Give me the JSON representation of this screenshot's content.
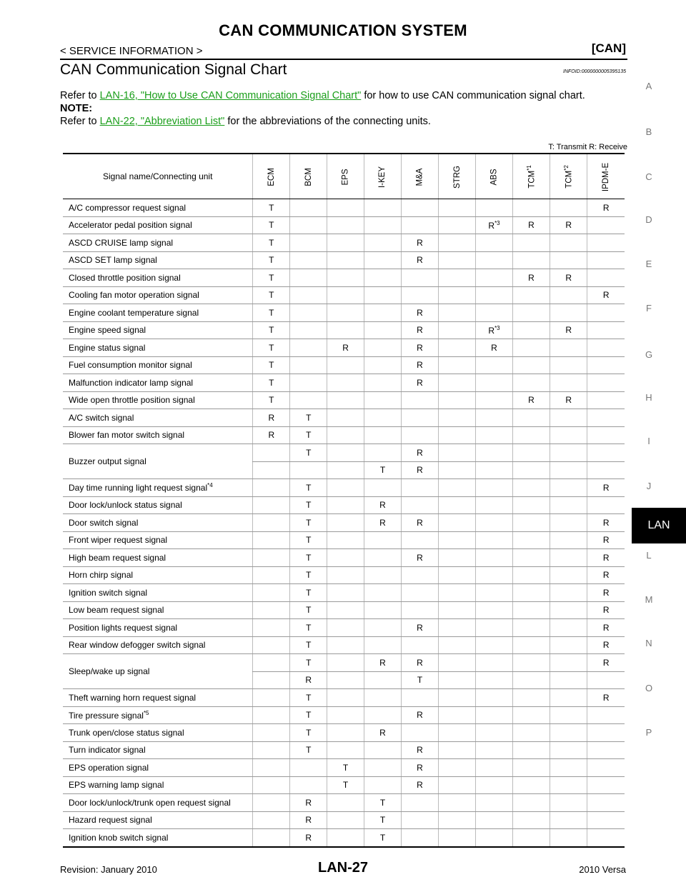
{
  "header": {
    "title": "CAN COMMUNICATION SYSTEM",
    "section": "< SERVICE INFORMATION >",
    "tag": "[CAN]"
  },
  "heading": {
    "text": "CAN Communication Signal Chart",
    "infoid": "INFOID:0000000005395135"
  },
  "intro": {
    "refer1_pre": "Refer to ",
    "refer1_link": "LAN-16, \"How to Use CAN Communication Signal Chart\"",
    "refer1_post": " for how to use CAN communication signal chart.",
    "note_label": "NOTE:",
    "refer2_pre": "Refer to ",
    "refer2_link": "LAN-22, \"Abbreviation List\"",
    "refer2_post": " for the abbreviations of the connecting units."
  },
  "legend": "T: Transmit   R: Receive",
  "table": {
    "header_first": "Signal name/Connecting unit",
    "columns": [
      "ECM",
      "BCM",
      "EPS",
      "I-KEY",
      "M&A",
      "STRG",
      "ABS",
      "TCM*1",
      "TCM*2",
      "IPDM-E"
    ],
    "rows": [
      {
        "name": "A/C compressor request signal",
        "cells": [
          "T",
          "",
          "",
          "",
          "",
          "",
          "",
          "",
          "",
          "R"
        ]
      },
      {
        "name": "Accelerator pedal position signal",
        "cells": [
          "T",
          "",
          "",
          "",
          "",
          "",
          "R*3",
          "R",
          "R",
          ""
        ]
      },
      {
        "name": "ASCD CRUISE lamp signal",
        "cells": [
          "T",
          "",
          "",
          "",
          "R",
          "",
          "",
          "",
          "",
          ""
        ]
      },
      {
        "name": "ASCD SET lamp signal",
        "cells": [
          "T",
          "",
          "",
          "",
          "R",
          "",
          "",
          "",
          "",
          ""
        ]
      },
      {
        "name": "Closed throttle position signal",
        "cells": [
          "T",
          "",
          "",
          "",
          "",
          "",
          "",
          "R",
          "R",
          ""
        ]
      },
      {
        "name": "Cooling fan motor operation signal",
        "cells": [
          "T",
          "",
          "",
          "",
          "",
          "",
          "",
          "",
          "",
          "R"
        ]
      },
      {
        "name": "Engine coolant temperature signal",
        "cells": [
          "T",
          "",
          "",
          "",
          "R",
          "",
          "",
          "",
          "",
          ""
        ]
      },
      {
        "name": "Engine speed signal",
        "cells": [
          "T",
          "",
          "",
          "",
          "R",
          "",
          "R*3",
          "",
          "R",
          ""
        ]
      },
      {
        "name": "Engine status signal",
        "cells": [
          "T",
          "",
          "R",
          "",
          "R",
          "",
          "R",
          "",
          "",
          ""
        ]
      },
      {
        "name": "Fuel consumption monitor signal",
        "cells": [
          "T",
          "",
          "",
          "",
          "R",
          "",
          "",
          "",
          "",
          ""
        ]
      },
      {
        "name": "Malfunction indicator lamp signal",
        "cells": [
          "T",
          "",
          "",
          "",
          "R",
          "",
          "",
          "",
          "",
          ""
        ]
      },
      {
        "name": "Wide open throttle position signal",
        "cells": [
          "T",
          "",
          "",
          "",
          "",
          "",
          "",
          "R",
          "R",
          ""
        ]
      },
      {
        "name": "A/C switch signal",
        "cells": [
          "R",
          "T",
          "",
          "",
          "",
          "",
          "",
          "",
          "",
          ""
        ]
      },
      {
        "name": "Blower fan motor switch signal",
        "cells": [
          "R",
          "T",
          "",
          "",
          "",
          "",
          "",
          "",
          "",
          ""
        ]
      },
      {
        "name": "Buzzer output signal",
        "cells": [
          "",
          "T",
          "",
          "",
          "R",
          "",
          "",
          "",
          "",
          ""
        ],
        "cells2": [
          "",
          "",
          "",
          "T",
          "R",
          "",
          "",
          "",
          "",
          ""
        ]
      },
      {
        "name": "Day time running light request signal*4",
        "cells": [
          "",
          "T",
          "",
          "",
          "",
          "",
          "",
          "",
          "",
          "R"
        ]
      },
      {
        "name": "Door lock/unlock status signal",
        "cells": [
          "",
          "T",
          "",
          "R",
          "",
          "",
          "",
          "",
          "",
          ""
        ]
      },
      {
        "name": "Door switch signal",
        "cells": [
          "",
          "T",
          "",
          "R",
          "R",
          "",
          "",
          "",
          "",
          "R"
        ]
      },
      {
        "name": "Front wiper request signal",
        "cells": [
          "",
          "T",
          "",
          "",
          "",
          "",
          "",
          "",
          "",
          "R"
        ]
      },
      {
        "name": "High beam request signal",
        "cells": [
          "",
          "T",
          "",
          "",
          "R",
          "",
          "",
          "",
          "",
          "R"
        ]
      },
      {
        "name": "Horn chirp signal",
        "cells": [
          "",
          "T",
          "",
          "",
          "",
          "",
          "",
          "",
          "",
          "R"
        ]
      },
      {
        "name": "Ignition switch signal",
        "cells": [
          "",
          "T",
          "",
          "",
          "",
          "",
          "",
          "",
          "",
          "R"
        ]
      },
      {
        "name": "Low beam request signal",
        "cells": [
          "",
          "T",
          "",
          "",
          "",
          "",
          "",
          "",
          "",
          "R"
        ]
      },
      {
        "name": "Position lights request signal",
        "cells": [
          "",
          "T",
          "",
          "",
          "R",
          "",
          "",
          "",
          "",
          "R"
        ]
      },
      {
        "name": "Rear window defogger switch signal",
        "cells": [
          "",
          "T",
          "",
          "",
          "",
          "",
          "",
          "",
          "",
          "R"
        ]
      },
      {
        "name": "Sleep/wake up signal",
        "cells": [
          "",
          "T",
          "",
          "R",
          "R",
          "",
          "",
          "",
          "",
          "R"
        ],
        "cells2": [
          "",
          "R",
          "",
          "",
          "T",
          "",
          "",
          "",
          "",
          ""
        ]
      },
      {
        "name": "Theft warning horn request signal",
        "cells": [
          "",
          "T",
          "",
          "",
          "",
          "",
          "",
          "",
          "",
          "R"
        ]
      },
      {
        "name": "Tire pressure signal*5",
        "cells": [
          "",
          "T",
          "",
          "",
          "R",
          "",
          "",
          "",
          "",
          ""
        ]
      },
      {
        "name": "Trunk open/close status signal",
        "cells": [
          "",
          "T",
          "",
          "R",
          "",
          "",
          "",
          "",
          "",
          ""
        ]
      },
      {
        "name": "Turn indicator signal",
        "cells": [
          "",
          "T",
          "",
          "",
          "R",
          "",
          "",
          "",
          "",
          ""
        ]
      },
      {
        "name": "EPS operation signal",
        "cells": [
          "",
          "",
          "T",
          "",
          "R",
          "",
          "",
          "",
          "",
          ""
        ]
      },
      {
        "name": "EPS warning lamp signal",
        "cells": [
          "",
          "",
          "T",
          "",
          "R",
          "",
          "",
          "",
          "",
          ""
        ]
      },
      {
        "name": "Door lock/unlock/trunk open request signal",
        "cells": [
          "",
          "R",
          "",
          "T",
          "",
          "",
          "",
          "",
          "",
          ""
        ]
      },
      {
        "name": "Hazard request signal",
        "cells": [
          "",
          "R",
          "",
          "T",
          "",
          "",
          "",
          "",
          "",
          ""
        ]
      },
      {
        "name": "Ignition knob switch signal",
        "cells": [
          "",
          "R",
          "",
          "T",
          "",
          "",
          "",
          "",
          "",
          ""
        ]
      }
    ]
  },
  "side_index": [
    "A",
    "B",
    "C",
    "D",
    "E",
    "F",
    "G",
    "H",
    "I",
    "J",
    "LAN",
    "L",
    "M",
    "N",
    "O",
    "P"
  ],
  "footer": {
    "revision": "Revision: January 2010",
    "page": "LAN-27",
    "model": "2010 Versa"
  }
}
